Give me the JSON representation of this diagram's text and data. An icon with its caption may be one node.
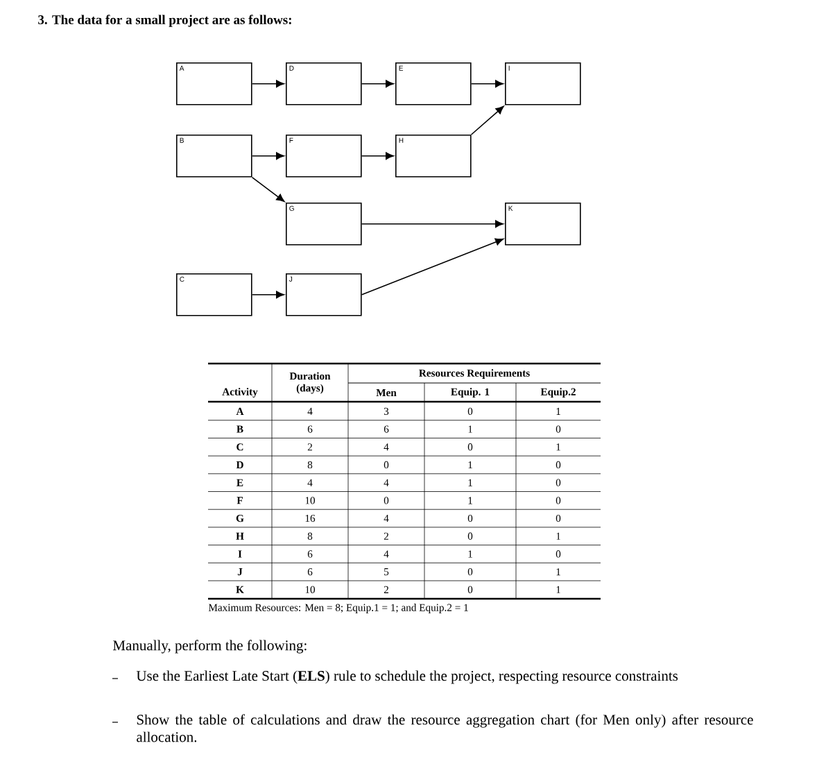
{
  "diagram": {
    "title": "3. The data for a small project are as follows:",
    "nodes": [
      {
        "text": [
          "A"
        ]
      },
      {
        "text": [
          "D"
        ]
      },
      {
        "text": [
          "E"
        ]
      },
      {
        "text": [
          "I"
        ]
      },
      {
        "text": [
          "B"
        ]
      },
      {
        "text": [
          "F"
        ]
      },
      {
        "text": [
          "H"
        ]
      },
      {
        "text": [
          "G"
        ]
      },
      {
        "text": [
          "K"
        ]
      },
      {
        "text": [
          "C"
        ]
      },
      {
        "text": [
          "J"
        ]
      }
    ],
    "edges": [
      {
        "from": 0,
        "to": 1,
        "arrow": "to"
      },
      {
        "from": 1,
        "to": 2,
        "arrow": "to"
      },
      {
        "from": 2,
        "to": 3,
        "arrow": "to"
      },
      {
        "from": 4,
        "to": 5,
        "arrow": "to"
      },
      {
        "from": 5,
        "to": 6,
        "arrow": "to"
      },
      {
        "from": 6,
        "to": 3,
        "arrow": "to"
      },
      {
        "from": 4,
        "to": 7,
        "arrow": "to"
      },
      {
        "from": 7,
        "to": 8,
        "arrow": "to"
      },
      {
        "from": 9,
        "to": 10,
        "arrow": "to"
      },
      {
        "from": 10,
        "to": 8,
        "arrow": "to"
      }
    ],
    "labels": [
      "Duration (days)",
      "Resources Requirements",
      "Activity",
      "Men",
      "Equip. 1",
      "Equip.2",
      "A",
      "4",
      "3",
      "0",
      "1",
      "B",
      "6",
      "6",
      "1",
      "0",
      "C",
      "2",
      "4",
      "0",
      "1",
      "D",
      "8",
      "0",
      "1",
      "0",
      "E",
      "4",
      "4",
      "1",
      "0",
      "F",
      "10",
      "0",
      "1",
      "0",
      "G",
      "16",
      "4",
      "0",
      "0",
      "H",
      "8",
      "2",
      "0",
      "1",
      "I",
      "6",
      "4",
      "1",
      "0",
      "J",
      "6",
      "5",
      "0",
      "1",
      "K",
      "10",
      "2",
      "0",
      "1",
      "Maximum Resources: Men = 8; Equip.1 = 1; and Equip.2 = 1",
      "Manually, perform the following:",
      "Use the Earliest Late Start (**ELS**) rule to schedule the project, respecting resource constraints",
      "Show the table of calculations and draw the resource aggregation chart (for Men only) after resource allocation."
    ]
  }
}
